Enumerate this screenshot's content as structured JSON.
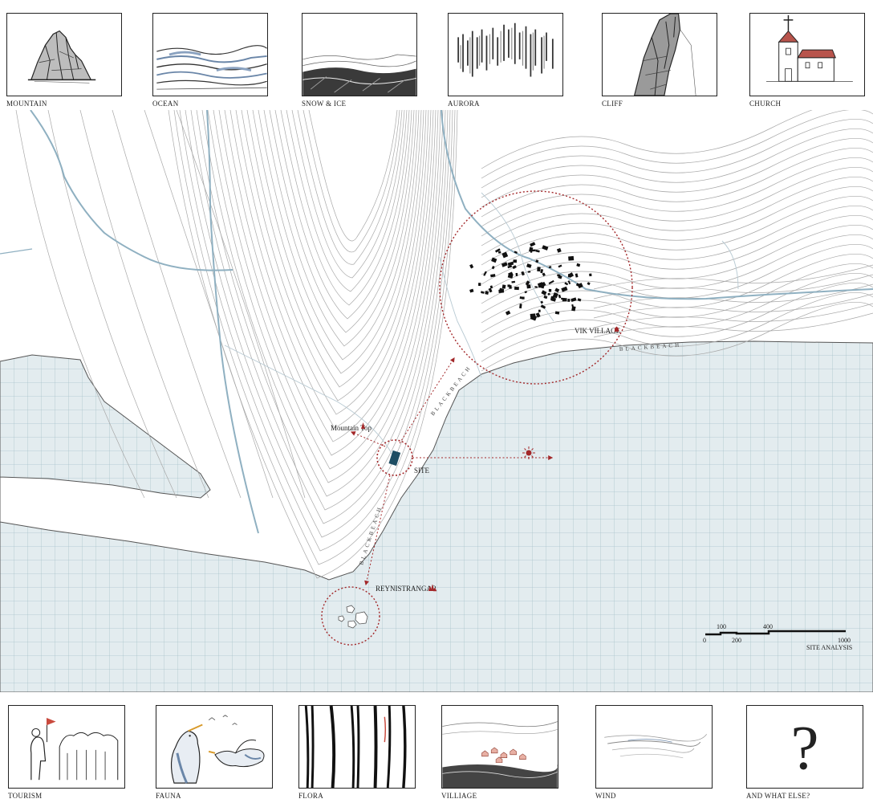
{
  "thumbnails_top": [
    {
      "label": "MOUNTAIN",
      "icon": "mountain-sketch-icon"
    },
    {
      "label": "OCEAN",
      "icon": "ocean-sketch-icon"
    },
    {
      "label": "SNOW & ICE",
      "icon": "snow-ice-sketch-icon"
    },
    {
      "label": "AURORA",
      "icon": "aurora-sketch-icon"
    },
    {
      "label": "CLIFF",
      "icon": "cliff-sketch-icon"
    },
    {
      "label": "CHURCH",
      "icon": "church-sketch-icon"
    }
  ],
  "thumbnails_bottom": [
    {
      "label": "TOURISM",
      "icon": "tourism-sketch-icon"
    },
    {
      "label": "FAUNA",
      "icon": "fauna-sketch-icon"
    },
    {
      "label": "FLORA",
      "icon": "flora-sketch-icon"
    },
    {
      "label": "VILLIAGE",
      "icon": "village-sketch-icon"
    },
    {
      "label": "WIND",
      "icon": "wind-sketch-icon"
    },
    {
      "label": "AND WHAT ELSE?",
      "icon": "question-sketch-icon",
      "glyph": "?"
    }
  ],
  "map": {
    "places": {
      "village": "VIK VILLAGE",
      "mountain_top": "Mountain Top",
      "site": "SITE",
      "rocks": "REYNISTRANGAR"
    },
    "beach_labels": [
      "BLACKBEACH",
      "BLACKBEACH",
      "BLACKBEACH"
    ],
    "scale_bar": {
      "ticks": [
        "0",
        "100",
        "200",
        "400",
        "1000"
      ],
      "caption": "SITE ANALYSIS"
    },
    "colors": {
      "sea": "#e3ecef",
      "grid": "#a9c3cb",
      "river": "#8fb0c1",
      "contour": "#a8a8a8",
      "accent": "#a3282a",
      "building": "#111111"
    }
  }
}
